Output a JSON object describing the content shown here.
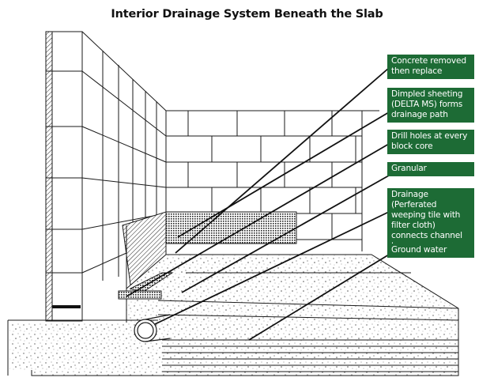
{
  "title": "Interior Drainage System Beneath the Slab",
  "callouts": [
    {
      "label": "Concrete removed then replace"
    },
    {
      "label": "Dimpled sheeting (DELTA MS) forms drainage path"
    },
    {
      "label": "Drill holes at every block core"
    },
    {
      "label": "Granular"
    },
    {
      "label": "Drainage (Perferated weeping tile with filter cloth) connects channel to sump"
    },
    {
      "label": "Ground water"
    }
  ],
  "colors": {
    "callout_background": "#1d6b35",
    "callout_text": "#ffffff",
    "line_art": "#1a1a1a"
  }
}
